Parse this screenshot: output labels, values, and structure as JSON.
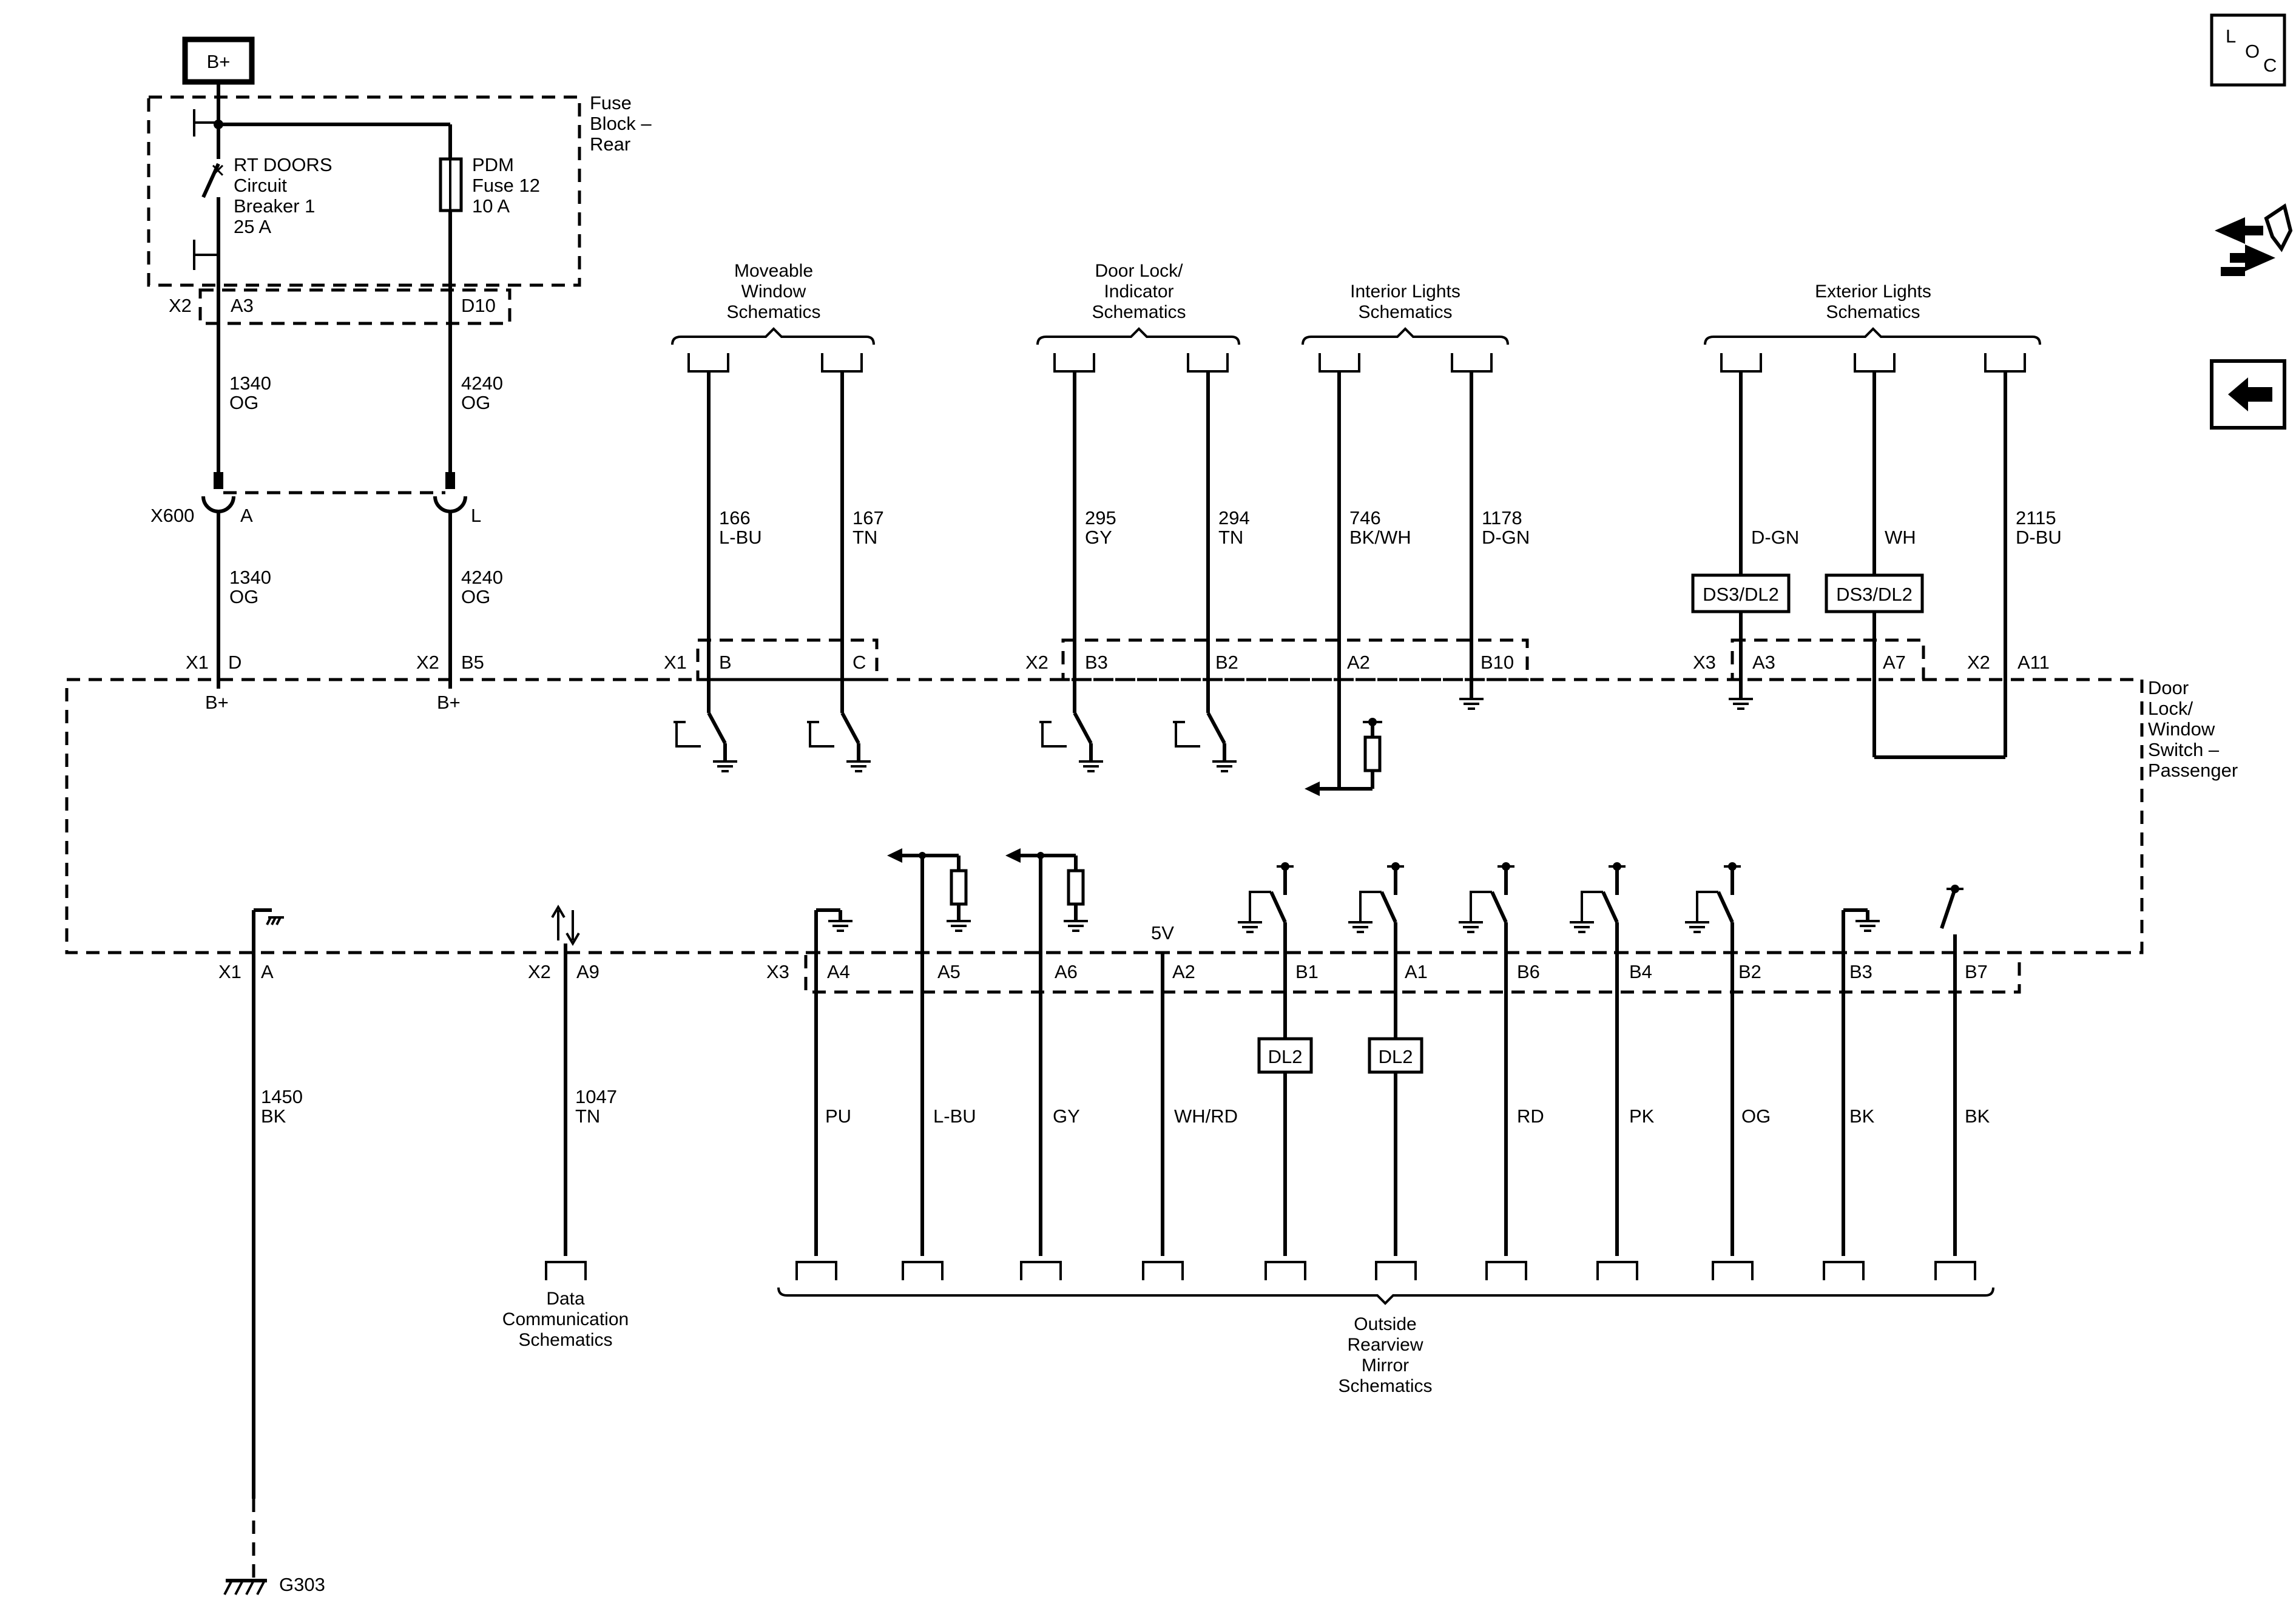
{
  "power_source": "B+",
  "fuse_block": {
    "name": [
      "Fuse",
      "Block –",
      "Rear"
    ],
    "breaker": [
      "RT DOORS",
      "Circuit",
      "Breaker 1",
      "25 A"
    ],
    "fuse": [
      "PDM",
      "Fuse 12",
      "10 A"
    ],
    "connector": "X2",
    "pins": [
      "A3",
      "D10"
    ]
  },
  "feed_wires_upper": [
    {
      "circuit": "1340",
      "color": "OG"
    },
    {
      "circuit": "4240",
      "color": "OG"
    }
  ],
  "inline_connector": {
    "name": "X600",
    "pins": [
      "A",
      "L"
    ]
  },
  "feed_wires_lower": [
    {
      "circuit": "1340",
      "color": "OG"
    },
    {
      "circuit": "4240",
      "color": "OG"
    }
  ],
  "module": {
    "name": [
      "Door",
      "Lock/",
      "Window",
      "Switch –",
      "Passenger"
    ],
    "top_connectors": [
      "X1",
      "X2",
      "X1",
      "X2",
      "X3",
      "X2"
    ],
    "top_pins": [
      "D",
      "B5",
      "B",
      "C",
      "B3",
      "B2",
      "A2",
      "B10",
      "A3",
      "A7",
      "A11"
    ],
    "power_labels": [
      "B+",
      "B+"
    ],
    "voltage_label": "5V",
    "bottom_connectors": [
      "X1",
      "X2",
      "X3"
    ],
    "bottom_pins": [
      "A",
      "A9",
      "A4",
      "A5",
      "A6",
      "A2",
      "B1",
      "A1",
      "B6",
      "B4",
      "B2",
      "B3",
      "B7"
    ]
  },
  "schematic_refs_top": [
    {
      "lines": [
        "Moveable",
        "Window",
        "Schematics"
      ]
    },
    {
      "lines": [
        "Door Lock/",
        "Indicator",
        "Schematics"
      ]
    },
    {
      "lines": [
        "Interior Lights",
        "Schematics"
      ]
    },
    {
      "lines": [
        "Exterior Lights",
        "Schematics"
      ]
    }
  ],
  "top_wires": [
    {
      "circuit": "166",
      "color": "L-BU"
    },
    {
      "circuit": "167",
      "color": "TN"
    },
    {
      "circuit": "295",
      "color": "GY"
    },
    {
      "circuit": "294",
      "color": "TN"
    },
    {
      "circuit": "746",
      "color": "BK/WH"
    },
    {
      "circuit": "1178",
      "color": "D-GN"
    },
    {
      "circuit": "",
      "color": "D-GN"
    },
    {
      "circuit": "",
      "color": "WH"
    },
    {
      "circuit": "2115",
      "color": "D-BU"
    }
  ],
  "option_codes": [
    "DS3/DL2",
    "DS3/DL2",
    "DL2",
    "DL2"
  ],
  "bottom_wires": [
    {
      "circuit": "1450",
      "color": "BK"
    },
    {
      "circuit": "1047",
      "color": "TN"
    },
    {
      "circuit": "",
      "color": "PU"
    },
    {
      "circuit": "",
      "color": "L-BU"
    },
    {
      "circuit": "",
      "color": "GY"
    },
    {
      "circuit": "",
      "color": "WH/RD"
    },
    {
      "circuit": "",
      "color": "RD"
    },
    {
      "circuit": "",
      "color": "PK"
    },
    {
      "circuit": "",
      "color": "OG"
    },
    {
      "circuit": "",
      "color": "BK"
    },
    {
      "circuit": "",
      "color": "BK"
    }
  ],
  "data_comm_ref": [
    "Data",
    "Communication",
    "Schematics"
  ],
  "mirror_ref": [
    "Outside",
    "Rearview",
    "Mirror",
    "Schematics"
  ],
  "ground": "G303",
  "nav": {
    "loc_letters": [
      "L",
      "O",
      "C"
    ],
    "icons": [
      "component-location-icon",
      "connector-end-view-icon",
      "back-arrow-icon"
    ]
  }
}
